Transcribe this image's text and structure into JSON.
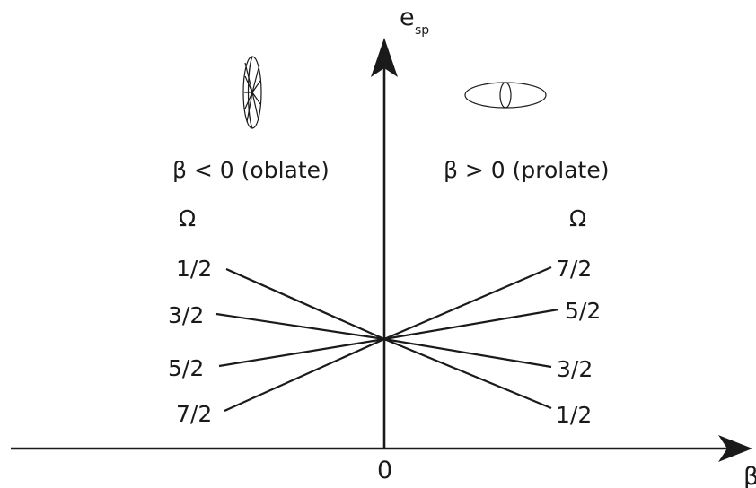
{
  "y_axis_label": "e",
  "y_axis_subscript": "sp",
  "x_axis_label": "β",
  "origin_label": "0",
  "regions": {
    "oblate": {
      "label": "β < 0 (oblate)",
      "omega_header": "Ω",
      "omega_values": [
        "1/2",
        "3/2",
        "5/2",
        "7/2"
      ]
    },
    "prolate": {
      "label": "β > 0 (prolate)",
      "omega_header": "Ω",
      "omega_values": [
        "7/2",
        "5/2",
        "3/2",
        "1/2"
      ]
    }
  },
  "icons": {
    "oblate": "oblate-spheroid-icon",
    "prolate": "prolate-spheroid-icon"
  }
}
